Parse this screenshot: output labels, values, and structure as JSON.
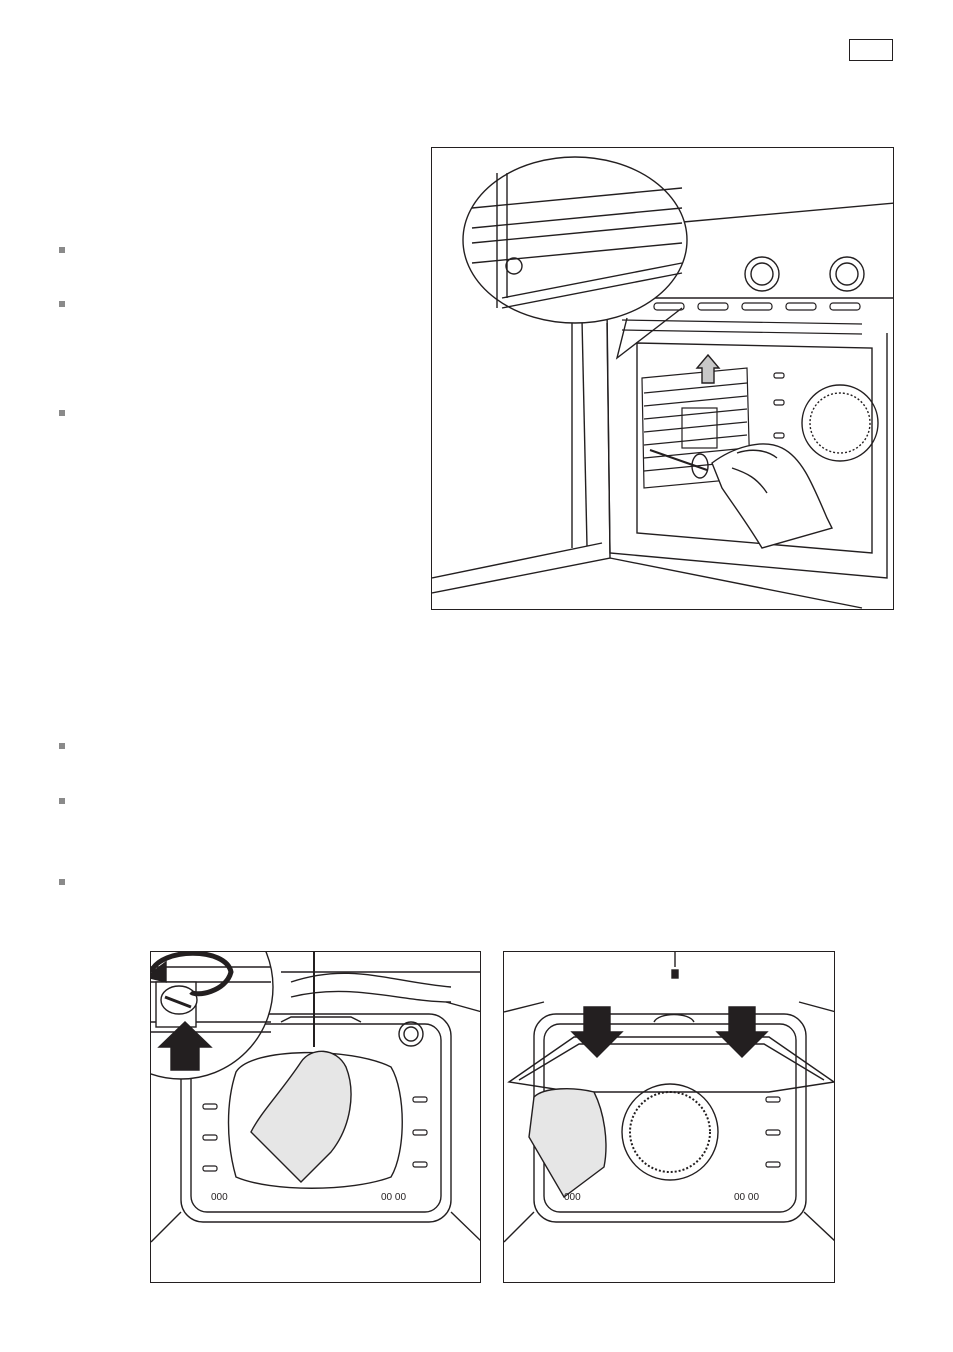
{
  "page": {
    "page_number_box": "",
    "bullets": [
      {
        "text": ""
      },
      {
        "text": ""
      },
      {
        "text": ""
      },
      {
        "text": ""
      },
      {
        "text": ""
      },
      {
        "text": ""
      }
    ]
  },
  "figures": {
    "side_rack_removal": {
      "icon": "oven-side-rack-illustration"
    },
    "grill_element_screw": {
      "icon": "grill-screw-illustration"
    },
    "grill_element_lower": {
      "icon": "grill-lower-illustration"
    }
  }
}
